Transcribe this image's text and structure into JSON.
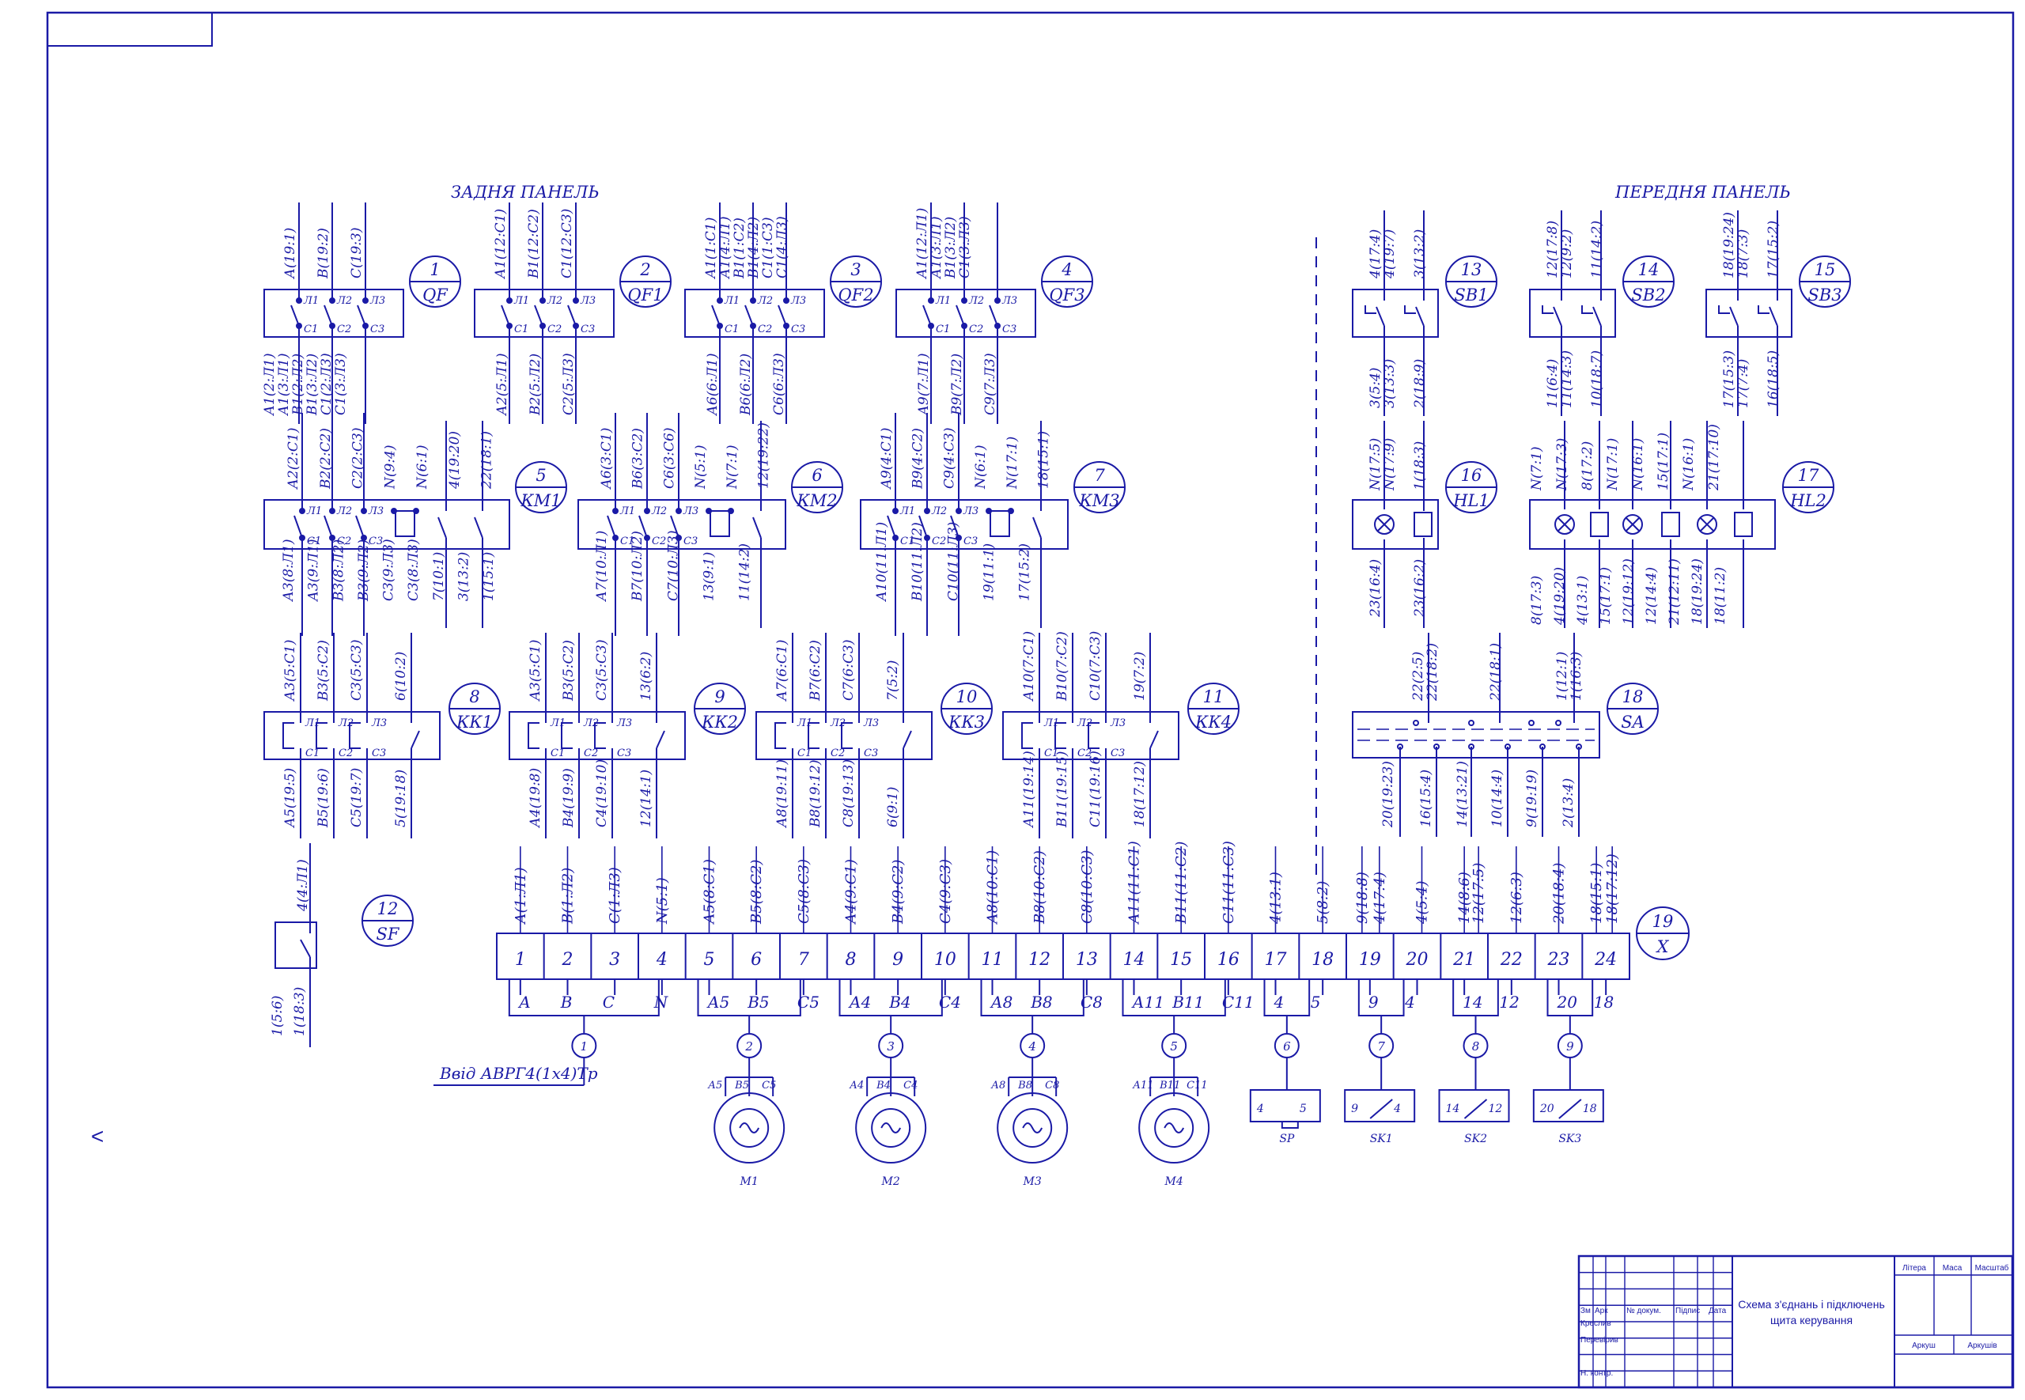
{
  "colors": {
    "ink": "#1a1aa6",
    "paper": "#ffffff"
  },
  "headings": {
    "back": "ЗАДНЯ ПАНЕЛЬ",
    "front": "ПЕРЕДНЯ ПАНЕЛЬ"
  },
  "devices": [
    {
      "num": "1",
      "tag": "QF",
      "type": "breaker",
      "poles": [
        "Л1",
        "Л2",
        "Л3"
      ],
      "outs": [
        "C1",
        "C2",
        "C3"
      ],
      "top": [
        "А(19:1)",
        "В(19:2)",
        "С(19:3)"
      ],
      "bottom": [
        "А1(2:Л1)",
        "А1(3:Л1)",
        "В1(2:Л2)",
        "В1(3:Л2)",
        "С1(2:Л3)",
        "С1(3:Л3)"
      ]
    },
    {
      "num": "2",
      "tag": "QF1",
      "type": "breaker",
      "poles": [
        "Л1",
        "Л2",
        "Л3"
      ],
      "outs": [
        "C1",
        "C2",
        "C3"
      ],
      "top": [
        "А1(12:С1)",
        "В1(12:С2)",
        "С1(12:С3)"
      ],
      "bottom": [
        "А2(5:Л1)",
        "В2(5:Л2)",
        "С2(5:Л3)"
      ]
    },
    {
      "num": "3",
      "tag": "QF2",
      "type": "breaker",
      "poles": [
        "Л1",
        "Л2",
        "Л3"
      ],
      "outs": [
        "C1",
        "C2",
        "C3"
      ],
      "top": [
        "А1(1:С1)",
        "А1(4:Л1)",
        "В1(1:С2)",
        "В1(4:Л2)",
        "С1(1:С3)",
        "С1(4:Л3)"
      ],
      "bottom": [
        "А6(6:Л1)",
        "В6(6:Л2)",
        "С6(6:Л3)"
      ]
    },
    {
      "num": "4",
      "tag": "QF3",
      "type": "breaker",
      "poles": [
        "Л1",
        "Л2",
        "Л3"
      ],
      "outs": [
        "C1",
        "C2",
        "C3"
      ],
      "top": [
        "А1(12:Л1)",
        "А1(3:Л1)",
        "В1(3:Л2)",
        "С1(3:Л3)"
      ],
      "bottom": [
        "А9(7:Л1)",
        "В9(7:Л2)",
        "С9(7:Л3)"
      ]
    },
    {
      "num": "5",
      "tag": "КМ1",
      "type": "contactor",
      "top": [
        "А2(2:С1)",
        "В2(2:С2)",
        "С2(2:С3)",
        "N(9:4)",
        "N(6:1)",
        "4(19:20)",
        "22(18:1)"
      ],
      "bottom": [
        "А3(8:Л1)",
        "А3(9:Л1)",
        "В3(8:Л2)",
        "В3(9:Л2)",
        "С3(9:Л3)",
        "С3(8:Л3)",
        "7(10:1)",
        "3(13:2)",
        "1(15:1)"
      ]
    },
    {
      "num": "6",
      "tag": "КМ2",
      "type": "contactor",
      "top": [
        "А6(3:С1)",
        "В6(3:С2)",
        "С6(3:С6)",
        "N(5:1)",
        "N(7:1)",
        "12(19:22)"
      ],
      "bottom": [
        "А7(10:Л1)",
        "В7(10:Л2)",
        "С7(10:Л3)",
        "13(9:1)",
        "11(14:2)"
      ]
    },
    {
      "num": "7",
      "tag": "КМ3",
      "type": "contactor",
      "top": [
        "А9(4:С1)",
        "В9(4:С2)",
        "С9(4:С3)",
        "N(6:1)",
        "N(17:1)",
        "18(15:1)"
      ],
      "bottom": [
        "А10(11:Л1)",
        "В10(11:Л2)",
        "С10(11:Л3)",
        "19(11:1)",
        "17(15:2)"
      ]
    },
    {
      "num": "8",
      "tag": "КК1",
      "type": "relay",
      "top": [
        "А3(5:С1)",
        "В3(5:С2)",
        "С3(5:С3)",
        "6(10:2)"
      ],
      "bottom": [
        "А5(19:5)",
        "В5(19:6)",
        "С5(19:7)",
        "5(19:18)"
      ]
    },
    {
      "num": "9",
      "tag": "КК2",
      "type": "relay",
      "top": [
        "А3(5:С1)",
        "В3(5:С2)",
        "С3(5:С3)",
        "13(6:2)"
      ],
      "bottom": [
        "А4(19:8)",
        "В4(19:9)",
        "С4(19:10)",
        "12(14:1)"
      ]
    },
    {
      "num": "10",
      "tag": "КК3",
      "type": "relay",
      "top": [
        "А7(6:С1)",
        "В7(6:С2)",
        "С7(6:С3)",
        "7(5:2)"
      ],
      "bottom": [
        "А8(19:11)",
        "В8(19:12)",
        "С8(19:13)",
        "6(9:1)"
      ]
    },
    {
      "num": "11",
      "tag": "КК4",
      "type": "relay",
      "top": [
        "А10(7:С1)",
        "В10(7:С2)",
        "С10(7:С3)",
        "19(7:2)"
      ],
      "bottom": [
        "А11(19:14)",
        "В11(19:15)",
        "С11(19:16)",
        "18(17:12)"
      ]
    },
    {
      "num": "12",
      "tag": "SF",
      "type": "single",
      "top": [
        "4(4:Л1)"
      ],
      "bottom": [
        "1(5:6)",
        "1(18:3)"
      ]
    },
    {
      "num": "13",
      "tag": "SB1",
      "type": "button",
      "top": [
        "4(17:4)",
        "4(19:7)",
        "3(13:2)"
      ],
      "bottom": [
        "3(5:4)",
        "3(13:3)",
        "2(18:9)"
      ]
    },
    {
      "num": "14",
      "tag": "SB2",
      "type": "button",
      "top": [
        "12(17:8)",
        "12(9:2)",
        "11(14:2)"
      ],
      "bottom": [
        "11(6:4)",
        "11(14:3)",
        "10(18:7)"
      ]
    },
    {
      "num": "15",
      "tag": "SB3",
      "type": "button",
      "top": [
        "18(19:24)",
        "18(7:3)",
        "17(15:2)"
      ],
      "bottom": [
        "17(15:3)",
        "17(7:4)",
        "16(18:5)"
      ]
    },
    {
      "num": "16",
      "tag": "HL1",
      "type": "lamp",
      "top": [
        "N(17:5)",
        "N(17:9)",
        "1(18:3)"
      ],
      "bottom": [
        "23(16:4)",
        "23(16:2)"
      ]
    },
    {
      "num": "17",
      "tag": "HL2",
      "type": "lamp2",
      "top": [
        "N(7:1)",
        "N(17:3)",
        "8(17:2)",
        "N(17:1)",
        "N(16:1)",
        "15(17:1)",
        "N(16:1)",
        "21(17:10)"
      ],
      "bottom": [
        "8(17:3)",
        "4(19:20)",
        "4(13:1)",
        "15(17:1)",
        "12(19:12)",
        "12(14:4)",
        "21(12:11)",
        "18(19:24)",
        "18(11:2)"
      ]
    },
    {
      "num": "18",
      "tag": "SA",
      "type": "switch",
      "top": [
        "22(2:5)",
        "22(18:2)",
        "22(18:1)",
        "1(12:1)",
        "1(16:3)"
      ],
      "bottom": [
        "20(19:23)",
        "16(15:4)",
        "14(13:21)",
        "10(14:4)",
        "9(19:19)",
        "2(13:4)"
      ]
    },
    {
      "num": "19",
      "tag": "X",
      "type": "terminal"
    }
  ],
  "terminal_block": {
    "cells": [
      "1",
      "2",
      "3",
      "4",
      "5",
      "6",
      "7",
      "8",
      "9",
      "10",
      "11",
      "12",
      "13",
      "14",
      "15",
      "16",
      "17",
      "18",
      "19",
      "20",
      "21",
      "22",
      "23",
      "24"
    ],
    "top": [
      "А(1:Л1)",
      "В(1:Л2)",
      "С(1:Л3)",
      "N(5:1)",
      "А5(8:С1)",
      "В5(8:С2)",
      "С5(8:С3)",
      "А4(9:С1)",
      "В4(9:С2)",
      "С4(9:С3)",
      "А8(10:С1)",
      "В8(10:С2)",
      "С8(10:С3)",
      "А11(11:С1)",
      "В11(11:С2)",
      "С11(11:С3)",
      "4(13:1)",
      "5(8:2)",
      "9(18:8)",
      "4(17:4)",
      "4(5:4)",
      "14(8:6)",
      "12(17:5)",
      "12(6:3)",
      "20(18:4)",
      "18(15:1)",
      "18(17:12)"
    ]
  },
  "cables": [
    {
      "num": "1",
      "wires": [
        "А",
        "В",
        "С",
        "N"
      ],
      "label": "Ввід АВРГ4(1х4)Тр"
    },
    {
      "num": "2",
      "wires": [
        "А5",
        "В5",
        "С5"
      ],
      "device": "M1"
    },
    {
      "num": "3",
      "wires": [
        "А4",
        "В4",
        "С4"
      ],
      "device": "M2"
    },
    {
      "num": "4",
      "wires": [
        "А8",
        "В8",
        "С8"
      ],
      "device": "M3"
    },
    {
      "num": "5",
      "wires": [
        "А11",
        "В11",
        "С11"
      ],
      "device": "M4"
    },
    {
      "num": "6",
      "wires": [
        "4",
        "5"
      ],
      "device": "SP"
    },
    {
      "num": "7",
      "wires": [
        "9",
        "4"
      ],
      "device": "SK1"
    },
    {
      "num": "8",
      "wires": [
        "14",
        "12"
      ],
      "device": "SK2"
    },
    {
      "num": "9",
      "wires": [
        "20",
        "18"
      ],
      "device": "SK3"
    }
  ],
  "stray_mark": "<",
  "title_block": {
    "title_line1": "Схема з'єднань і підключень",
    "title_line2": "щита керування",
    "rows": [
      "Зм",
      "Арк",
      "№ докум.",
      "Підпис",
      "Дата"
    ],
    "roles": [
      "Креслив",
      "Перевірив",
      "",
      "Н. контр.",
      ""
    ],
    "right_head": [
      "Літера",
      "Маса",
      "Масштаб"
    ],
    "right_foot": [
      "Аркуш",
      "Аркушів"
    ]
  }
}
